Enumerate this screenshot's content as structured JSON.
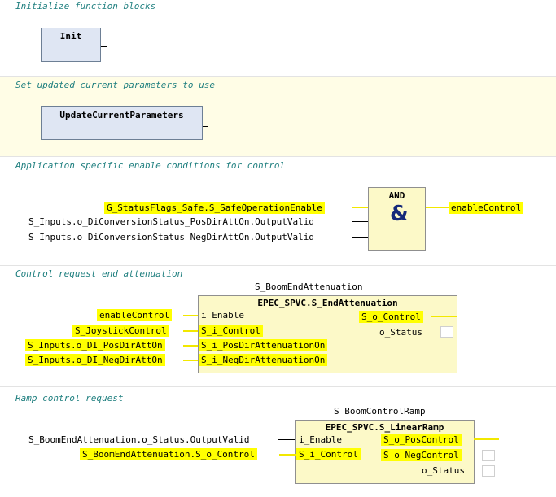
{
  "networks": [
    {
      "comment": "Initialize function blocks",
      "block": "Init"
    },
    {
      "comment": "Set updated current parameters to use",
      "block": "UpdateCurrentParameters"
    },
    {
      "comment": "Application specific enable conditions for control",
      "and": {
        "title": "AND",
        "symbol": "&",
        "inputs": [
          "G_StatusFlags_Safe.S_SafeOperationEnable",
          "S_Inputs.o_DiConversionStatus_PosDirAttOn.OutputValid",
          "S_Inputs.o_DiConversionStatus_NegDirAttOn.OutputValid"
        ],
        "output": "enableControl"
      }
    },
    {
      "comment": "Control request end attenuation",
      "instance": "S_BoomEndAttenuation",
      "type": "EPEC_SPVC.S_EndAttenuation",
      "inputs": [
        {
          "var": "enableControl",
          "pin": "i_Enable"
        },
        {
          "var": "S_JoystickControl",
          "pin": "S_i_Control"
        },
        {
          "var": "S_Inputs.o_DI_PosDirAttOn",
          "pin": "S_i_PosDirAttenuationOn"
        },
        {
          "var": "S_Inputs.o_DI_NegDirAttOn",
          "pin": "S_i_NegDirAttenuationOn"
        }
      ],
      "outputs": [
        "S_o_Control",
        "o_Status"
      ]
    },
    {
      "comment": "Ramp control request",
      "instance": "S_BoomControlRamp",
      "type": "EPEC_SPVC.S_LinearRamp",
      "inputs": [
        {
          "var": "S_BoomEndAttenuation.o_Status.OutputValid",
          "pin": "i_Enable"
        },
        {
          "var": "S_BoomEndAttenuation.S_o_Control",
          "pin": "S_i_Control"
        }
      ],
      "outputs": [
        "S_o_PosControl",
        "S_o_NegControl",
        "o_Status"
      ]
    }
  ],
  "colors": {
    "comment": "#1f7f7f",
    "highlight": "#ffff00",
    "network_highlight_bg": "#fffde6",
    "block_bg": "#fcf9c8",
    "fb_bg": "#dfe6f3"
  }
}
